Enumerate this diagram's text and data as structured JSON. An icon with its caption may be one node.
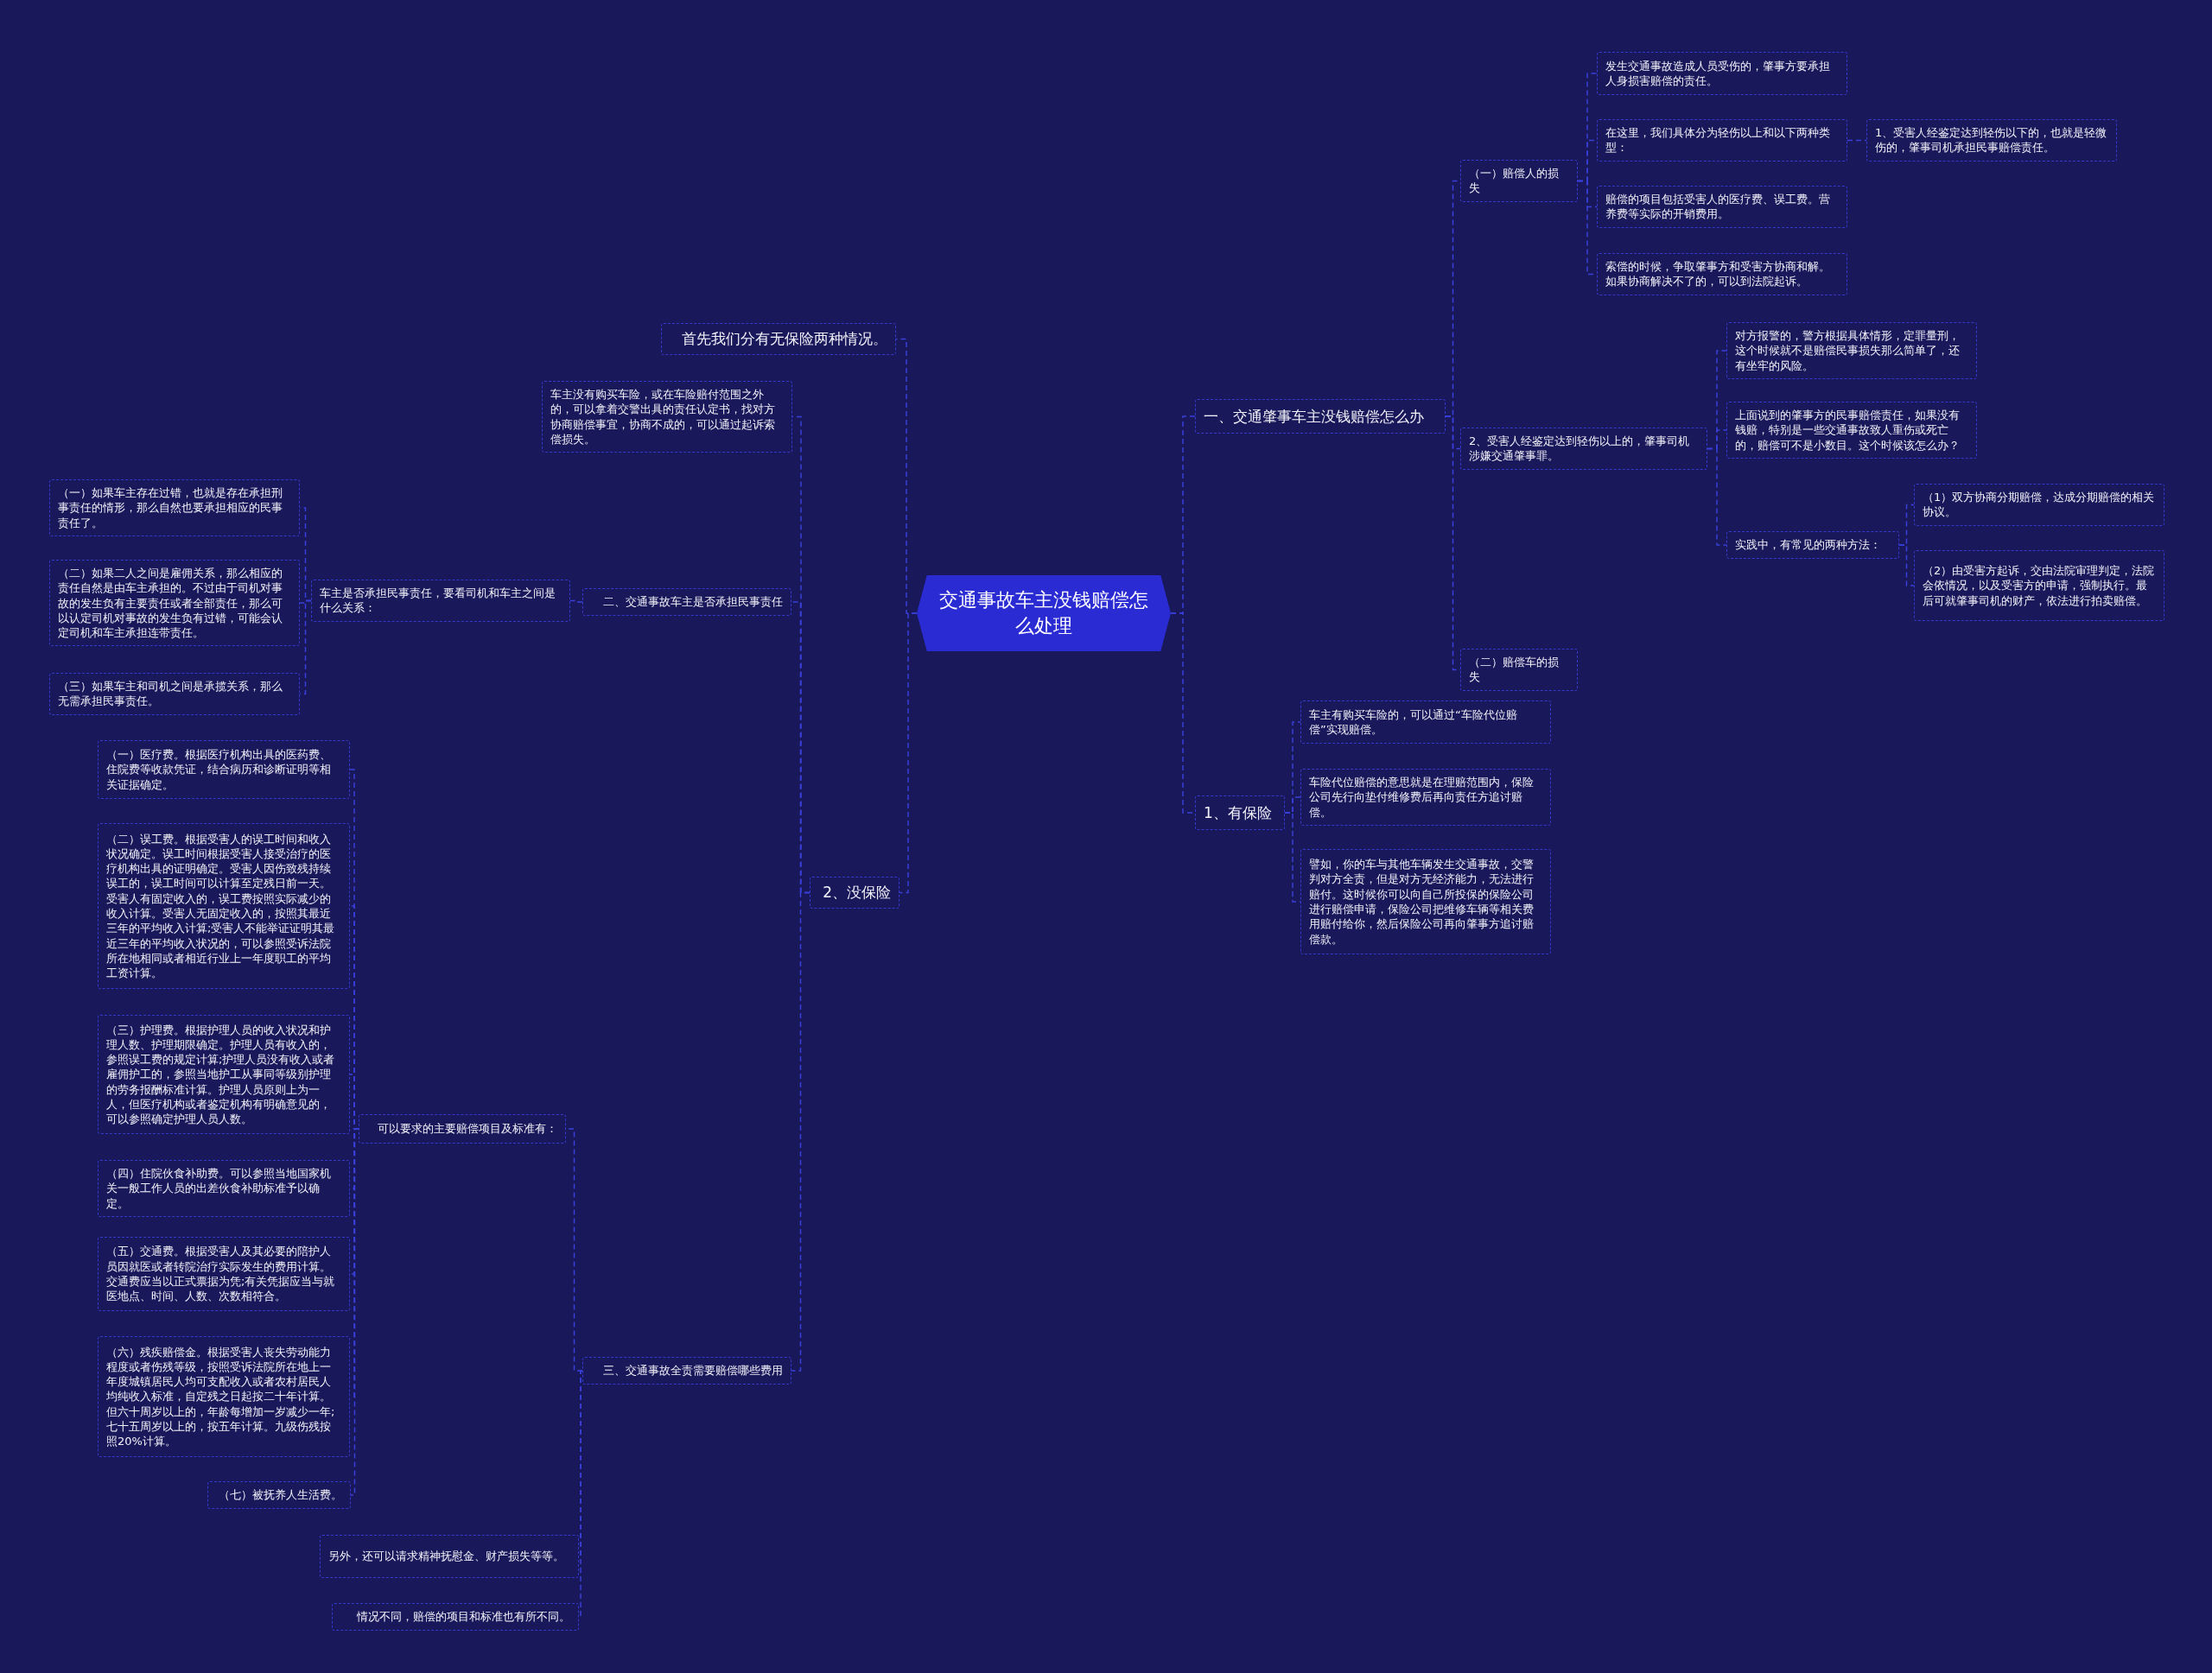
{
  "diagram": {
    "nodes": [
      {
        "text": [
          "交通事故车主没钱赔偿怎么处理"
        ]
      },
      {
        "text": [
          "一、交通肇事车主没钱赔偿怎么办"
        ]
      },
      {
        "text": [
          "（一）赔偿人的损失"
        ]
      },
      {
        "text": [
          "发生交通事故造成人员受伤的，肇事方要承担人身损害赔偿的责任。"
        ]
      },
      {
        "text": [
          "在这里，我们具体分为轻伤以上和以下两种类型："
        ]
      },
      {
        "text": [
          "1、受害人经鉴定达到轻伤以下的，也就是轻微伤的，肇事司机承担民事赔偿责任。"
        ]
      },
      {
        "text": [
          "赔偿的项目包括受害人的医疗费、误工费。营养费等实际的开销费用。"
        ]
      },
      {
        "text": [
          "索偿的时候，争取肇事方和受害方协商和解。如果协商解决不了的，可以到法院起诉。"
        ]
      },
      {
        "text": [
          "2、受害人经鉴定达到轻伤以上的，肇事司机涉嫌交通肇事罪。"
        ]
      },
      {
        "text": [
          "对方报警的，警方根据具体情形，定罪量刑，这个时候就不是赔偿民事损失那么简单了，还有坐牢的风险。"
        ]
      },
      {
        "text": [
          "上面说到的肇事方的民事赔偿责任，如果没有钱赔，特别是一些交通事故致人重伤或死亡的，赔偿可不是小数目。这个时候该怎么办？"
        ]
      },
      {
        "text": [
          "实践中，有常见的两种方法："
        ]
      },
      {
        "text": [
          "（1）双方协商分期赔偿，达成分期赔偿的相关协议。"
        ]
      },
      {
        "text": [
          "（2）由受害方起诉，交由法院审理判定，法院会依情况，以及受害方的申请，强制执行。最后可就肇事司机的财产，依法进行拍卖赔偿。"
        ]
      },
      {
        "text": [
          "（二）赔偿车的损失"
        ]
      },
      {
        "text": [
          "1、有保险"
        ]
      },
      {
        "text": [
          "车主有购买车险的，可以通过“车险代位赔偿”实现赔偿。"
        ]
      },
      {
        "text": [
          "车险代位赔偿的意思就是在理赔范围内，保险公司先行向垫付维修费后再向责任方追讨赔偿。"
        ]
      },
      {
        "text": [
          "譬如，你的车与其他车辆发生交通事故，交警判对方全责，但是对方无经济能力，无法进行赔付。这时候你可以向自己所投保的保险公司进行赔偿申请，保险公司把维修车辆等相关费用赔付给你，然后保险公司再向肇事方追讨赔偿款。"
        ]
      },
      {
        "text": [
          "首先我们分有无保险两种情况。"
        ]
      },
      {
        "text": [
          "2、没保险"
        ]
      },
      {
        "text": [
          "车主没有购买车险，或在车险赔付范围之外的，可以拿着交警出具的责任认定书，找对方协商赔偿事宜，协商不成的，可以通过起诉索偿损失。"
        ]
      },
      {
        "text": [
          "二、交通事故车主是否承担民事责任"
        ]
      },
      {
        "text": [
          "车主是否承担民事责任，要看司机和车主之间是什么关系："
        ]
      },
      {
        "text": [
          "（一）如果车主存在过错，也就是存在承担刑事责任的情形，那么自然也要承担相应的民事责任了。"
        ]
      },
      {
        "text": [
          "（二）如果二人之间是雇佣关系，那么相应的责任自然是由车主承担的。不过由于司机对事故的发生负有主要责任或者全部责任，那么可以认定司机对事故的发生负有过错，可能会认定司机和车主承担连带责任。"
        ]
      },
      {
        "text": [
          "（三）如果车主和司机之间是承揽关系，那么无需承担民事责任。"
        ]
      },
      {
        "text": [
          "三、交通事故全责需要赔偿哪些费用"
        ]
      },
      {
        "text": [
          "可以要求的主要赔偿项目及标准有："
        ]
      },
      {
        "text": [
          "（一）医疗费。根据医疗机构出具的医药费、住院费等收款凭证，结合病历和诊断证明等相关证据确定。"
        ]
      },
      {
        "text": [
          "（二）误工费。根据受害人的误工时间和收入状况确定。误工时间根据受害人接受治疗的医疗机构出具的证明确定。受害人因伤致残持续误工的，误工时间可以计算至定残日前一天。受害人有固定收入的，误工费按照实际减少的收入计算。受害人无固定收入的，按照其最近三年的平均收入计算;受害人不能举证证明其最近三年的平均收入状况的，可以参照受诉法院所在地相同或者相近行业上一年度职工的平均工资计算。"
        ]
      },
      {
        "text": [
          "（三）护理费。根据护理人员的收入状况和护理人数、护理期限确定。护理人员有收入的，参照误工费的规定计算;护理人员没有收入或者雇佣护工的，参照当地护工从事同等级别护理的劳务报酬标准计算。护理人员原则上为一人，但医疗机构或者鉴定机构有明确意见的，可以参照确定护理人员人数。"
        ]
      },
      {
        "text": [
          "（四）住院伙食补助费。可以参照当地国家机关一般工作人员的出差伙食补助标准予以确定。"
        ]
      },
      {
        "text": [
          "（五）交通费。根据受害人及其必要的陪护人员因就医或者转院治疗实际发生的费用计算。交通费应当以正式票据为凭;有关凭据应当与就医地点、时间、人数、次数相符合。"
        ]
      },
      {
        "text": [
          "（六）残疾赔偿金。根据受害人丧失劳动能力程度或者伤残等级，按照受诉法院所在地上一年度城镇居民人均可支配收入或者农村居民人均纯收入标准，自定残之日起按二十年计算。但六十周岁以上的，年龄每增加一岁减少一年;七十五周岁以上的，按五年计算。九级伤残按照20%计算。"
        ]
      },
      {
        "text": [
          "（七）被抚养人生活费。"
        ]
      },
      {
        "text": [
          "另外，还可以请求精神抚慰金、财产损失等等。"
        ]
      },
      {
        "text": [
          "情况不同，赔偿的项目和标准也有所不同。"
        ]
      }
    ],
    "edges": [
      {
        "from": 0,
        "to": 1,
        "arrow": "none"
      },
      {
        "from": 1,
        "to": 2,
        "arrow": "none"
      },
      {
        "from": 2,
        "to": 3,
        "arrow": "none"
      },
      {
        "from": 2,
        "to": 4,
        "arrow": "none"
      },
      {
        "from": 4,
        "to": 5,
        "arrow": "none"
      },
      {
        "from": 2,
        "to": 6,
        "arrow": "none"
      },
      {
        "from": 2,
        "to": 7,
        "arrow": "none"
      },
      {
        "from": 1,
        "to": 8,
        "arrow": "none"
      },
      {
        "from": 8,
        "to": 9,
        "arrow": "none"
      },
      {
        "from": 8,
        "to": 10,
        "arrow": "none"
      },
      {
        "from": 8,
        "to": 11,
        "arrow": "none"
      },
      {
        "from": 11,
        "to": 12,
        "arrow": "none"
      },
      {
        "from": 11,
        "to": 13,
        "arrow": "none"
      },
      {
        "from": 1,
        "to": 14,
        "arrow": "none"
      },
      {
        "from": 0,
        "to": 15,
        "arrow": "none"
      },
      {
        "from": 15,
        "to": 16,
        "arrow": "none"
      },
      {
        "from": 15,
        "to": 17,
        "arrow": "none"
      },
      {
        "from": 15,
        "to": 18,
        "arrow": "none"
      },
      {
        "from": 0,
        "to": 19,
        "arrow": "none"
      },
      {
        "from": 0,
        "to": 20,
        "arrow": "none"
      },
      {
        "from": 20,
        "to": 21,
        "arrow": "none"
      },
      {
        "from": 20,
        "to": 22,
        "arrow": "none"
      },
      {
        "from": 22,
        "to": 23,
        "arrow": "none"
      },
      {
        "from": 23,
        "to": 24,
        "arrow": "none"
      },
      {
        "from": 23,
        "to": 25,
        "arrow": "none"
      },
      {
        "from": 23,
        "to": 26,
        "arrow": "none"
      },
      {
        "from": 20,
        "to": 27,
        "arrow": "none"
      },
      {
        "from": 27,
        "to": 28,
        "arrow": "none"
      },
      {
        "from": 28,
        "to": 29,
        "arrow": "none"
      },
      {
        "from": 28,
        "to": 30,
        "arrow": "none"
      },
      {
        "from": 28,
        "to": 31,
        "arrow": "none"
      },
      {
        "from": 28,
        "to": 32,
        "arrow": "none"
      },
      {
        "from": 28,
        "to": 33,
        "arrow": "none"
      },
      {
        "from": 28,
        "to": 34,
        "arrow": "none"
      },
      {
        "from": 28,
        "to": 35,
        "arrow": "none"
      },
      {
        "from": 27,
        "to": 36,
        "arrow": "none"
      },
      {
        "from": 27,
        "to": 37,
        "arrow": "none"
      }
    ]
  }
}
